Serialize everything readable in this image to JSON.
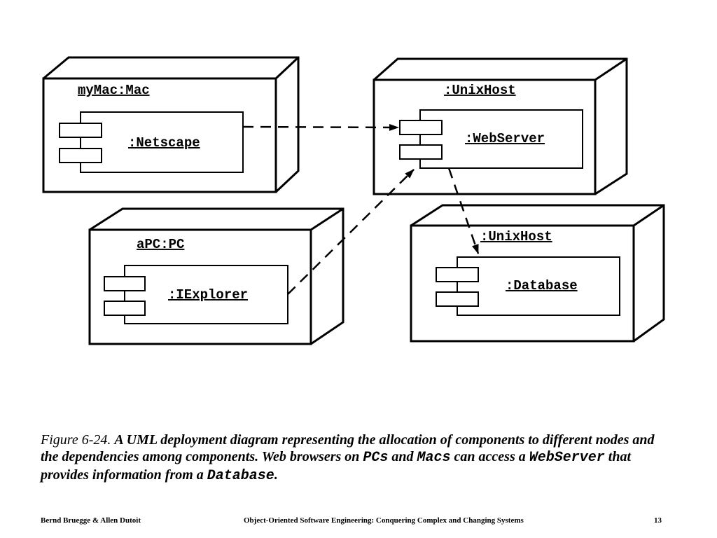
{
  "diagram": {
    "nodes": [
      {
        "id": "mymac",
        "label": "myMac:Mac",
        "component": ":Netscape"
      },
      {
        "id": "unix1",
        "label": ":UnixHost",
        "component": ":WebServer"
      },
      {
        "id": "apc",
        "label": "aPC:PC",
        "component": ":IExplorer"
      },
      {
        "id": "unix2",
        "label": ":UnixHost",
        "component": ":Database"
      }
    ]
  },
  "caption": {
    "lead": "Figure 6-24.",
    "p1": "A UML deployment diagram representing the allocation of components to different nodes and the dependencies among components. Web browsers on",
    "code1": "PCs",
    "p2": "and",
    "code2": "Macs",
    "p3": "can access a",
    "code3": "WebServer",
    "p4": "that provides information from a",
    "code4": "Database",
    "p5": "."
  },
  "footer": {
    "authors": "Bernd Bruegge & Allen Dutoit",
    "book": "Object-Oriented Software Engineering: Conquering Complex and Changing Systems",
    "page": "13"
  }
}
